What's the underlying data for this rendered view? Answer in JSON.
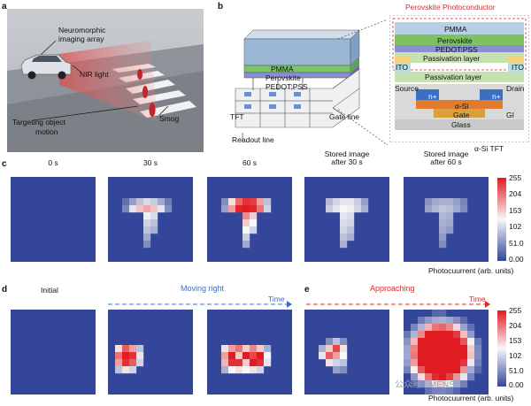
{
  "panels": {
    "a": "a",
    "b": "b",
    "c": "c",
    "d": "d",
    "e": "e"
  },
  "panel_a": {
    "labels": [
      "Neuromorphic",
      "imaging array",
      "NIR light",
      "Targeting object",
      "motion",
      "Smog"
    ]
  },
  "panel_b": {
    "stack_labels": [
      "PMMA",
      "Perovskite",
      "PEDOT:PSS"
    ],
    "tft": "TFT",
    "readout": "Readout line",
    "gate": "Gate line",
    "title": "Perovskite Photoconductor",
    "detail": {
      "pmma": "PMMA",
      "perovskite": "Perovskite",
      "pedot": "PEDOT:PSS",
      "passivation_top": "Passivation layer",
      "ito_left": "ITO",
      "ito_right": "ITO",
      "passivation": "Passivation layer",
      "source": "Source",
      "drain": "Drain",
      "n_left": "n+",
      "n_right": "n+",
      "asi": "α-Si",
      "gate": "Gate",
      "gi": "GI",
      "glass": "Glass"
    },
    "tft_label": "α-Si TFT"
  },
  "panel_c": {
    "titles": [
      "0 s",
      "30 s",
      "60 s",
      "Stored image\nafter 30 s",
      "Stored image\nafter 60 s"
    ],
    "colorbar_ticks": [
      "255",
      "204",
      "153",
      "102",
      "51.0",
      "0.00"
    ],
    "colorbar_label": "Photocuurrent (arb. units)"
  },
  "panel_d": {
    "initial": "Initial",
    "moving": "Moving right",
    "time": "Time"
  },
  "panel_e": {
    "approaching": "Approaching",
    "time": "Time",
    "colorbar_ticks": [
      "255",
      "204",
      "153",
      "102",
      "51.0",
      "0.00"
    ],
    "colorbar_label": "Photocuurrent (arb. units)"
  },
  "watermark": "公众号 · MENS",
  "colors": {
    "background": "#34469a",
    "high": "#e01b22",
    "mid": "#f7f7f7"
  },
  "heatmaps": {
    "grid": 12,
    "c_30s": {
      "cells": [
        [
          2,
          3,
          0.12
        ],
        [
          3,
          3,
          0.25
        ],
        [
          4,
          3,
          0.35
        ],
        [
          5,
          3,
          0.42
        ],
        [
          6,
          3,
          0.38
        ],
        [
          7,
          3,
          0.28
        ],
        [
          8,
          3,
          0.15
        ],
        [
          2,
          4,
          0.18
        ],
        [
          3,
          4,
          0.45
        ],
        [
          4,
          4,
          0.62
        ],
        [
          5,
          4,
          0.68
        ],
        [
          6,
          4,
          0.62
        ],
        [
          7,
          4,
          0.45
        ],
        [
          8,
          4,
          0.2
        ],
        [
          5,
          5,
          0.48
        ],
        [
          6,
          5,
          0.42
        ],
        [
          5,
          6,
          0.4
        ],
        [
          6,
          6,
          0.35
        ],
        [
          5,
          7,
          0.35
        ],
        [
          6,
          7,
          0.3
        ],
        [
          5,
          8,
          0.28
        ],
        [
          5,
          9,
          0.2
        ]
      ]
    },
    "c_60s": {
      "cells": [
        [
          2,
          3,
          0.2
        ],
        [
          3,
          3,
          0.55
        ],
        [
          4,
          3,
          0.82
        ],
        [
          5,
          3,
          0.95
        ],
        [
          6,
          3,
          0.92
        ],
        [
          7,
          3,
          0.7
        ],
        [
          8,
          3,
          0.35
        ],
        [
          2,
          4,
          0.25
        ],
        [
          3,
          4,
          0.7
        ],
        [
          4,
          4,
          0.98
        ],
        [
          5,
          4,
          1.0
        ],
        [
          6,
          4,
          0.98
        ],
        [
          7,
          4,
          0.8
        ],
        [
          8,
          4,
          0.4
        ],
        [
          5,
          5,
          0.75
        ],
        [
          6,
          5,
          0.6
        ],
        [
          5,
          6,
          0.6
        ],
        [
          6,
          6,
          0.5
        ],
        [
          5,
          7,
          0.5
        ],
        [
          6,
          7,
          0.4
        ],
        [
          5,
          8,
          0.38
        ],
        [
          5,
          9,
          0.28
        ]
      ]
    },
    "c_store30": {
      "cells": [
        [
          3,
          3,
          0.33
        ],
        [
          4,
          3,
          0.4
        ],
        [
          5,
          3,
          0.45
        ],
        [
          6,
          3,
          0.45
        ],
        [
          7,
          3,
          0.38
        ],
        [
          8,
          3,
          0.25
        ],
        [
          3,
          4,
          0.38
        ],
        [
          4,
          4,
          0.45
        ],
        [
          5,
          4,
          0.5
        ],
        [
          6,
          4,
          0.48
        ],
        [
          7,
          4,
          0.4
        ],
        [
          8,
          4,
          0.3
        ],
        [
          5,
          5,
          0.45
        ],
        [
          6,
          5,
          0.42
        ],
        [
          5,
          6,
          0.42
        ],
        [
          6,
          6,
          0.4
        ],
        [
          5,
          7,
          0.4
        ],
        [
          6,
          7,
          0.35
        ],
        [
          5,
          8,
          0.35
        ],
        [
          6,
          8,
          0.3
        ],
        [
          5,
          9,
          0.3
        ]
      ]
    },
    "c_store60": {
      "cells": [
        [
          3,
          3,
          0.22
        ],
        [
          4,
          3,
          0.28
        ],
        [
          5,
          3,
          0.3
        ],
        [
          6,
          3,
          0.3
        ],
        [
          7,
          3,
          0.25
        ],
        [
          8,
          3,
          0.18
        ],
        [
          3,
          4,
          0.26
        ],
        [
          4,
          4,
          0.32
        ],
        [
          5,
          4,
          0.36
        ],
        [
          6,
          4,
          0.34
        ],
        [
          7,
          4,
          0.28
        ],
        [
          8,
          4,
          0.2
        ],
        [
          5,
          5,
          0.32
        ],
        [
          6,
          5,
          0.3
        ],
        [
          5,
          6,
          0.3
        ],
        [
          6,
          6,
          0.28
        ],
        [
          5,
          7,
          0.28
        ],
        [
          6,
          7,
          0.24
        ],
        [
          5,
          8,
          0.24
        ],
        [
          5,
          9,
          0.2
        ]
      ]
    },
    "d_t1": {
      "cells": [
        [
          1,
          5,
          0.55
        ],
        [
          2,
          5,
          0.85
        ],
        [
          3,
          5,
          0.7
        ],
        [
          4,
          5,
          0.35
        ],
        [
          1,
          6,
          0.8
        ],
        [
          2,
          6,
          1.0
        ],
        [
          3,
          6,
          0.95
        ],
        [
          4,
          6,
          0.55
        ],
        [
          1,
          7,
          0.7
        ],
        [
          2,
          7,
          0.95
        ],
        [
          3,
          7,
          0.85
        ],
        [
          4,
          7,
          0.4
        ],
        [
          1,
          8,
          0.35
        ],
        [
          2,
          8,
          0.55
        ],
        [
          3,
          8,
          0.4
        ]
      ]
    },
    "d_t2": {
      "cells": [
        [
          2,
          5,
          0.45
        ],
        [
          3,
          5,
          0.7
        ],
        [
          4,
          5,
          0.8
        ],
        [
          5,
          5,
          0.6
        ],
        [
          6,
          5,
          0.75
        ],
        [
          7,
          5,
          0.6
        ],
        [
          8,
          5,
          0.3
        ],
        [
          2,
          6,
          0.7
        ],
        [
          3,
          6,
          1.0
        ],
        [
          4,
          6,
          0.6
        ],
        [
          5,
          6,
          1.0
        ],
        [
          6,
          6,
          0.9
        ],
        [
          7,
          6,
          1.0
        ],
        [
          8,
          6,
          0.5
        ],
        [
          2,
          7,
          0.65
        ],
        [
          3,
          7,
          0.95
        ],
        [
          4,
          7,
          0.95
        ],
        [
          5,
          7,
          0.6
        ],
        [
          6,
          7,
          1.0
        ],
        [
          7,
          7,
          0.95
        ],
        [
          8,
          7,
          0.45
        ],
        [
          2,
          8,
          0.3
        ],
        [
          3,
          8,
          0.5
        ],
        [
          4,
          8,
          0.55
        ],
        [
          5,
          8,
          0.5
        ],
        [
          6,
          8,
          0.55
        ],
        [
          7,
          8,
          0.4
        ]
      ]
    },
    "e_t1": {
      "cells": [
        [
          3,
          4,
          0.2
        ],
        [
          4,
          4,
          0.35
        ],
        [
          5,
          4,
          0.2
        ],
        [
          2,
          5,
          0.3
        ],
        [
          3,
          5,
          0.6
        ],
        [
          4,
          5,
          0.9
        ],
        [
          5,
          5,
          0.55
        ],
        [
          2,
          6,
          0.45
        ],
        [
          3,
          6,
          0.85
        ],
        [
          4,
          6,
          0.7
        ],
        [
          5,
          6,
          0.5
        ],
        [
          3,
          7,
          0.55
        ],
        [
          4,
          7,
          0.4
        ],
        [
          5,
          7,
          0.35
        ],
        [
          4,
          8,
          0.25
        ],
        [
          5,
          8,
          0.2
        ]
      ]
    },
    "e_t2": {
      "blob": {
        "cx": 5.3,
        "cy": 6.2,
        "r": 4.6
      }
    }
  }
}
